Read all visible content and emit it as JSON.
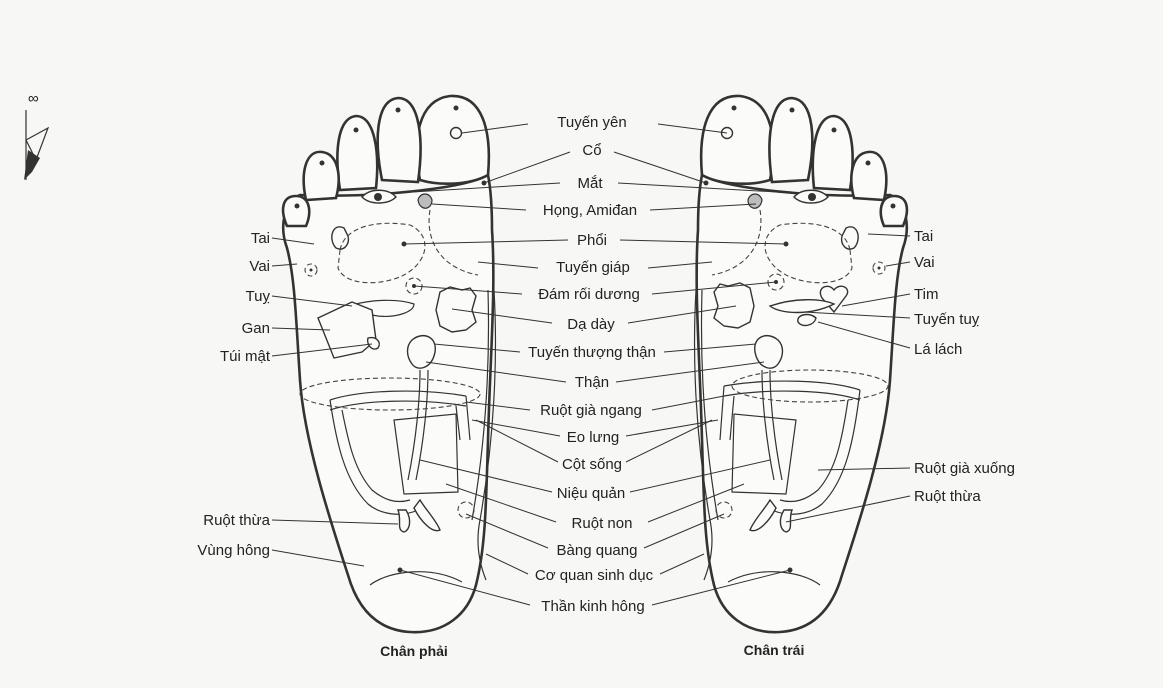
{
  "center_labels": [
    "Tuyến yên",
    "Cổ",
    "Mắt",
    "Họng, Amiđan",
    "Phổi",
    "Tuyến giáp",
    "Đám rối dương",
    "Dạ dày",
    "Tuyến thượng thận",
    "Thận",
    "Ruột già ngang",
    "Eo lưng",
    "Cột sống",
    "Niệu quản",
    "Ruột non",
    "Bàng quang",
    "Cơ quan sinh dục",
    "Thần kinh hông"
  ],
  "left_side_labels": [
    "Tai",
    "Vai",
    "Tuỵ",
    "Gan",
    "Túi mật",
    "Ruột thừa",
    "Vùng hông"
  ],
  "right_side_labels": [
    "Tai",
    "Vai",
    "Tim",
    "Tuyến tuỵ",
    "Lá lách",
    "Ruột già xuống",
    "Ruột thừa"
  ],
  "captions": {
    "right_foot": "Chân phải",
    "left_foot": "Chân trái"
  },
  "margin_mark": "∞"
}
